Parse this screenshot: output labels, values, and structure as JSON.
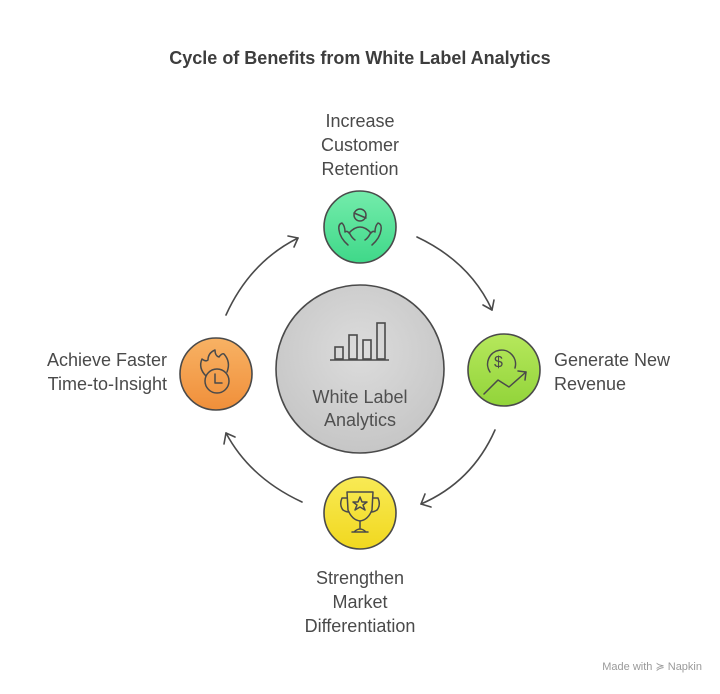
{
  "title": "Cycle of Benefits from White Label Analytics",
  "center": {
    "line1": "White Label",
    "line2": "Analytics",
    "icon": "bar-chart-icon",
    "color": "#d4d4d4"
  },
  "nodes": [
    {
      "id": "top",
      "lines": [
        "Increase",
        "Customer",
        "Retention"
      ],
      "icon": "hands-person-icon",
      "color": "#5ee39a"
    },
    {
      "id": "right",
      "lines": [
        "Generate New",
        "Revenue"
      ],
      "icon": "dollar-growth-icon",
      "color": "#a8e04a"
    },
    {
      "id": "bottom",
      "lines": [
        "Strengthen",
        "Market",
        "Differentiation"
      ],
      "icon": "trophy-star-icon",
      "color": "#f6e33a"
    },
    {
      "id": "left",
      "lines": [
        "Achieve Faster",
        "Time-to-Insight"
      ],
      "icon": "flame-clock-icon",
      "color": "#f5a04e"
    }
  ],
  "footer": {
    "made_with": "Made with",
    "brand": "Napkin"
  }
}
